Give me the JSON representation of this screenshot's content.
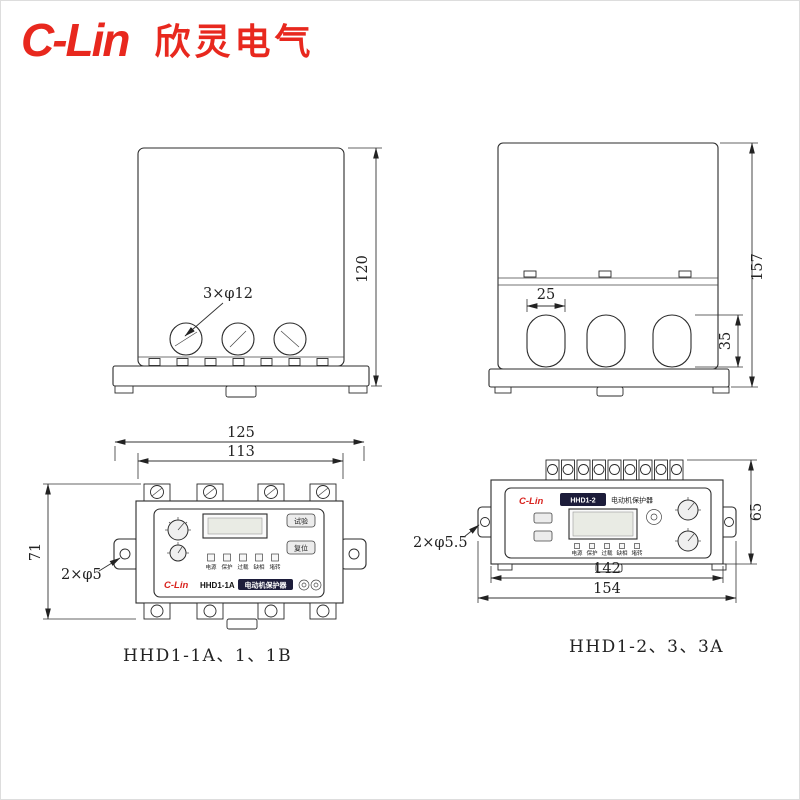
{
  "brand": {
    "logo_text": "C-Lin",
    "logo_cn": "欣灵电气"
  },
  "front_view": {
    "holes_label": "3×φ12",
    "height": "120"
  },
  "side_view": {
    "height": "157",
    "hole_offset": "25",
    "hole_height": "35"
  },
  "hhd1a": {
    "outer_width": "125",
    "inner_width": "113",
    "height": "71",
    "holes_label": "2×φ5",
    "caption": "HHD1-1A、1、1B",
    "panel": {
      "logo": "C-Lin",
      "model": "HHD1-1A",
      "device_type": "电动机保护器",
      "test_button": "试验",
      "reset_button": "复位",
      "leds": [
        "电源",
        "保护",
        "过载",
        "缺相",
        "堵转"
      ]
    }
  },
  "hhd2": {
    "inner_width": "142",
    "outer_width": "154",
    "height": "65",
    "holes_label": "2×φ5.5",
    "caption": "HHD1-2、3、3A",
    "panel": {
      "logo": "C-Lin",
      "model": "HHD1-2",
      "device_type": "电动机保护器",
      "leds": [
        "电源",
        "保护",
        "过载",
        "缺相",
        "堵转"
      ]
    }
  }
}
